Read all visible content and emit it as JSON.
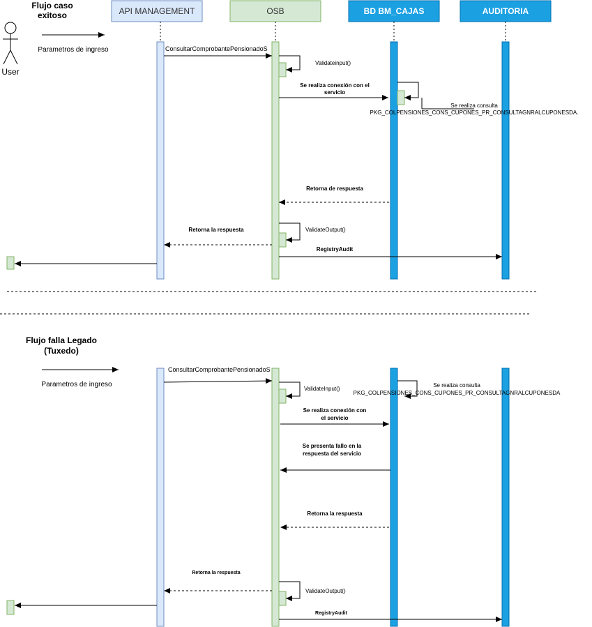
{
  "colors": {
    "api_fill": "#dae8fc",
    "api_stroke": "#6c8ebf",
    "osb_fill": "#d5e8d4",
    "osb_stroke": "#82b366",
    "db_fill": "#1ba1e2",
    "db_stroke": "#006eaf",
    "dark_text": "#333333",
    "white_text": "#ffffff"
  },
  "participants": {
    "api": "API MANAGEMENT",
    "osb": "OSB",
    "db": "BD BM_CAJAS",
    "aud": "AUDITORIA"
  },
  "actor": {
    "label": "User",
    "icon": "user-stick-figure-icon"
  },
  "flow1": {
    "title_line1": "Flujo caso",
    "title_line2": "exitoso",
    "params": "Parametros de ingreso",
    "consultar": "ConsultarComprobantePensionadoS",
    "validate_input": "Validateinput()",
    "conexion_line1": "Se realiza conexión con el",
    "conexion_line2": "servicio",
    "consulta_line1": "Se realiza consulta",
    "consulta_line2": "PKG_COLPENSIONES_CONS_CUPONES_PR_CONSULTAGNRALCUPONESDA.",
    "retorna_db": "Retorna de respuesta",
    "retorna_api": "Retorna la respuesta",
    "validate_output": "ValidateOutput()",
    "registry": "RegistryAudit"
  },
  "flow2": {
    "title_line1": "Flujo falla Legado",
    "title_line2": "(Tuxedo)",
    "params": "Parametros de ingreso",
    "consultar": "ConsultarComprobantePensionadoS",
    "validate_input": "ValidateInput()",
    "consulta_line1": "Se realiza consulta",
    "consulta_line2": "PKG_COLPENSIONES_CONS_CUPONES_PR_CONSULTAGNRALCUPONESDA",
    "conexion_line1": "Se realiza conexión con",
    "conexion_line2": "el servicio",
    "fallo_line1": "Se presenta fallo en la",
    "fallo_line2": "respuesta del servicio",
    "retorna_db": "Retorna la respuesta",
    "retorna_api": "Retorna la respuesta",
    "validate_output": "ValidateOutput()",
    "registry": "RegistryAudit"
  }
}
